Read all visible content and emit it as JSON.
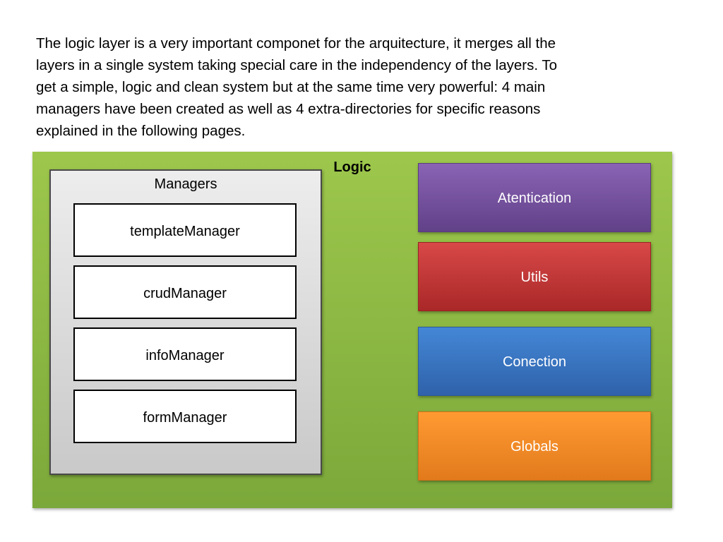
{
  "intro_text": "The logic layer is a very important componet for the arquitecture, it merges all the\nlayers in a single system taking special care in the independency of the layers. To\nget a simple, logic and clean system but at the same time very powerful: 4 main\nmanagers have  been created as well as 4 extra-directories for specific reasons\nexplained in the following pages.",
  "logic": {
    "title": "Logic",
    "color": "#8fbc45"
  },
  "managers": {
    "title": "Managers",
    "items": [
      "templateManager",
      "crudManager",
      "infoManager",
      "formManager"
    ]
  },
  "directories": [
    {
      "label": "Atentication",
      "color": "#7a55a5"
    },
    {
      "label": "Utils",
      "color": "#c83838"
    },
    {
      "label": "Conection",
      "color": "#3a75c4"
    },
    {
      "label": "Globals",
      "color": "#f68a26"
    }
  ]
}
